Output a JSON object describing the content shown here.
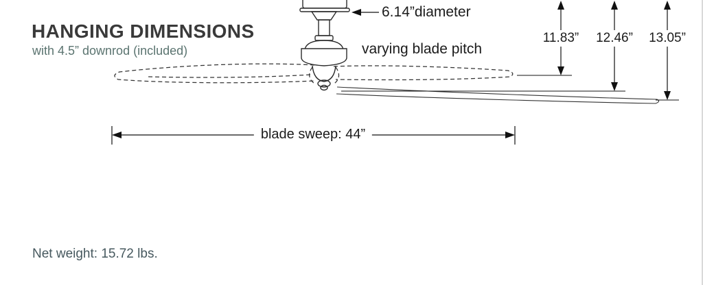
{
  "title": "HANGING DIMENSIONS",
  "subtitle": "with 4.5” downrod (included)",
  "annotations": {
    "diameter": "6.14”diameter",
    "blade_pitch": "varying blade pitch",
    "blade_sweep": "blade sweep: 44”"
  },
  "hanging_heights": [
    {
      "label": "11.83”"
    },
    {
      "label": "12.46”"
    },
    {
      "label": "13.05”"
    }
  ],
  "footer": {
    "net_weight": "Net weight: 15.72 lbs."
  },
  "colors": {
    "title": "#3a3a3a",
    "subtitle": "#5b7470",
    "net_weight": "#46585e",
    "ink": "#1b1b1b"
  }
}
